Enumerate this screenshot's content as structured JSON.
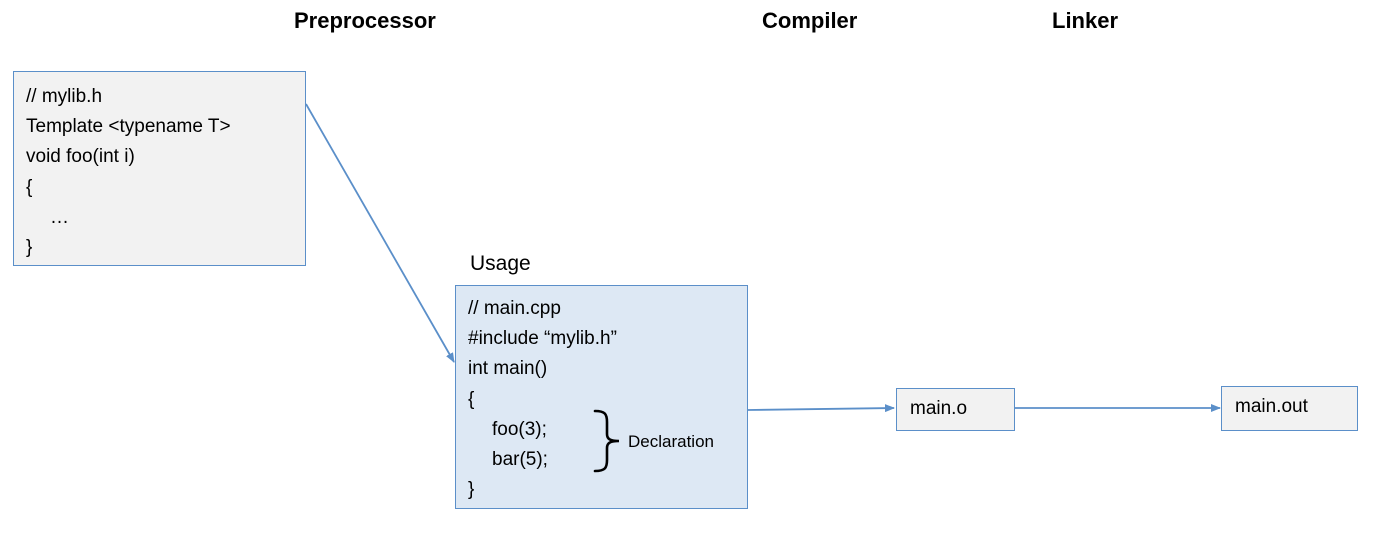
{
  "stages": {
    "preprocessor": "Preprocessor",
    "compiler": "Compiler",
    "linker": "Linker"
  },
  "header_file": {
    "lines": [
      "// mylib.h",
      "Template <typename T>",
      "void foo(int i)",
      "{",
      "…",
      "}"
    ]
  },
  "usage": {
    "label": "Usage",
    "lines": [
      "// main.cpp",
      "#include “mylib.h”",
      "int main()",
      "{",
      "foo(3);",
      "bar(5);",
      "}"
    ],
    "annotation": "Declaration"
  },
  "object_file": "main.o",
  "output_file": "main.out",
  "colors": {
    "box_border": "#5b8fc9",
    "arrow": "#5b8fc9",
    "header_fill": "#f2f2f2",
    "usage_fill": "#dde8f4"
  }
}
